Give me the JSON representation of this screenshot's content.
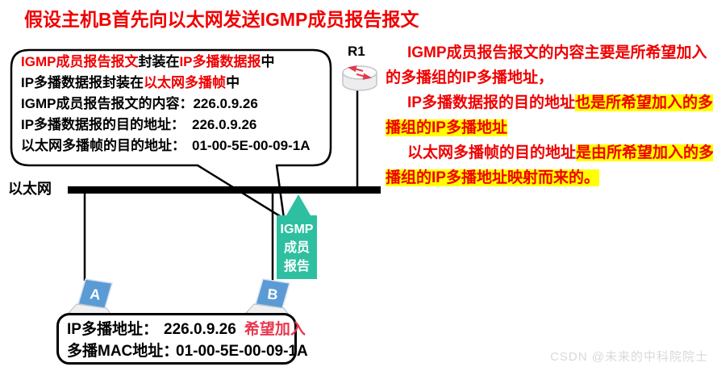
{
  "title": "假设主机B首先向以太网发送IGMP成员报告报文",
  "bubble": {
    "line1": {
      "seg1": "IGMP成员报告报文",
      "seg2": "封装在",
      "seg3": "IP多播数据报",
      "seg4": "中"
    },
    "line2": {
      "seg1": "IP多播数据报封装在",
      "seg2": "以太网多播帧",
      "seg3": "中"
    },
    "line3": {
      "label": "IGMP成员报告报文的内容：",
      "value": "226.0.9.26"
    },
    "line4": {
      "label": "IP多播数据报的目的地址：",
      "value": "226.0.9.26"
    },
    "line5": {
      "label": "以太网多播帧的目的地址：",
      "value": "01-00-5E-00-09-1A"
    }
  },
  "router": {
    "label": "R1"
  },
  "ethernet": {
    "label": "以太网"
  },
  "arrow": {
    "label": "IGMP\n成员\n报告"
  },
  "hosts": {
    "a": "A",
    "b": "B"
  },
  "right_panel": {
    "lines": [
      {
        "pre": "IGMP成员报告报文的内容主要是所希望加入",
        "hl": ""
      },
      {
        "pre": "的多播组的IP多播地址，",
        "hl": ""
      },
      {
        "pre": "IP多播数据报的目的地址",
        "hl": "也是所希望加入的多"
      },
      {
        "pre": "",
        "hl": "播组的IP多播地址"
      },
      {
        "pre": "以太网多播帧的目的地址",
        "hl": "是由所希望加入的多"
      },
      {
        "pre": "",
        "hl": "播组的IP多播地址映射而来的。"
      }
    ]
  },
  "info_box": {
    "row1": {
      "label": "IP多播地址：",
      "value": "226.0.9.26",
      "note": "希望加入"
    },
    "row2": {
      "label": "多播MAC地址：",
      "value": "01-00-5E-00-09-1A"
    }
  },
  "watermark": "CSDN @未来的中科院院士",
  "colors": {
    "red": "#f00000",
    "highlight_yellow": "#ffff00",
    "arrow_teal": "#2ebfa0",
    "laptop_blue": "#5b9bd5"
  }
}
